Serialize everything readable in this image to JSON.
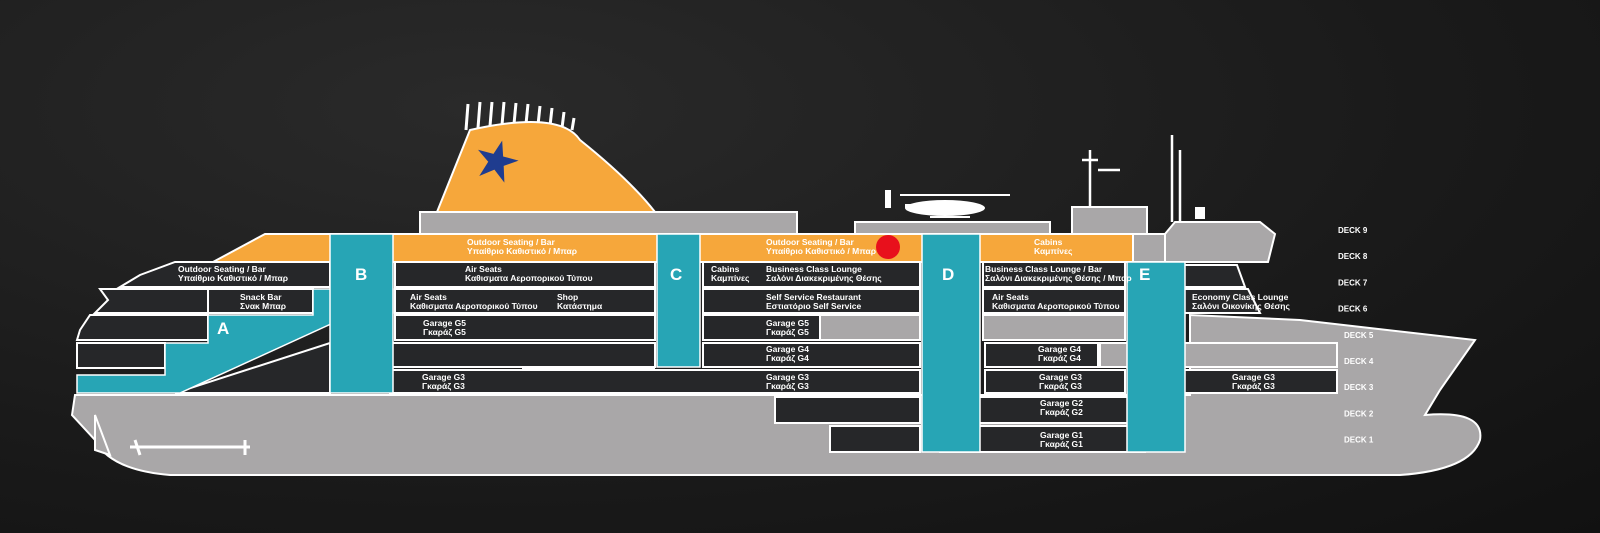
{
  "colors": {
    "orange": "#f6a73b",
    "teal": "#27a5b5",
    "gray": "#a9a7a8",
    "dark": "#262729",
    "red": "#e8101c",
    "star": "#1f3c8f"
  },
  "stairs": [
    "A",
    "B",
    "C",
    "D",
    "E"
  ],
  "decks": [
    "DECK 9",
    "DECK 8",
    "DECK 7",
    "DECK 6",
    "DECK 5",
    "DECK 4",
    "DECK 3",
    "DECK 2",
    "DECK 1"
  ],
  "areas": {
    "outdoor_aft": [
      "Outdoor Seating / Bar",
      "Υπαίθριο Καθιστικό / Μπαρ"
    ],
    "outdoor_mid": [
      "Outdoor Seating / Bar",
      "Υπαίθριο Καθιστικό / Μπαρ"
    ],
    "outdoor_fwd": [
      "Outdoor Seating / Bar",
      "Υπαίθριο Καθιστικό / Μπαρ"
    ],
    "cabins_d8": [
      "Cabins",
      "Καμπίνες"
    ],
    "air_seats_d7": [
      "Air Seats",
      "Καθισματα Αεροπορικού Τύπου"
    ],
    "cabins_d7": [
      "Cabins",
      "Καμπίνες"
    ],
    "business_lounge": [
      "Business Class Lounge",
      "Σαλόνι Διακεκριμένης Θέσης"
    ],
    "business_lounge_bar": [
      "Business Class Lounge / Bar",
      "Σαλόνι Διακεκριμένης Θέσης / Μπαρ"
    ],
    "snack_bar": [
      "Snack Bar",
      "Σνακ Μπαρ"
    ],
    "air_seats_d6": [
      "Air Seats",
      "Καθισματα Αεροπορικού Τύπου"
    ],
    "shop": [
      "Shop",
      "Κατάστημα"
    ],
    "self_service": [
      "Self Service Restaurant",
      "Εστιατόριο Self Service"
    ],
    "air_seats_d6_fwd": [
      "Air Seats",
      "Καθισματα Αεροπορικού Τύπου"
    ],
    "economy_lounge": [
      "Economy Class Lounge",
      "Σαλόνι Οικονίκής Θέσης"
    ],
    "garage_g5_a": [
      "Garage G5",
      "Γκαράζ G5"
    ],
    "garage_g5_b": [
      "Garage G5",
      "Γκαράζ G5"
    ],
    "garage_g4_a": [
      "Garage G4",
      "Γκαράζ G4"
    ],
    "garage_g4_b": [
      "Garage G4",
      "Γκαράζ G4"
    ],
    "garage_g3_a": [
      "Garage G3",
      "Γκαράζ G3"
    ],
    "garage_g3_b": [
      "Garage G3",
      "Γκαράζ G3"
    ],
    "garage_g3_c": [
      "Garage G3",
      "Γκαράζ G3"
    ],
    "garage_g3_d": [
      "Garage G3",
      "Γκαράζ G3"
    ],
    "garage_g2": [
      "Garage G2",
      "Γκαράζ G2"
    ],
    "garage_g1": [
      "Garage G1",
      "Γκαράζ G1"
    ]
  }
}
